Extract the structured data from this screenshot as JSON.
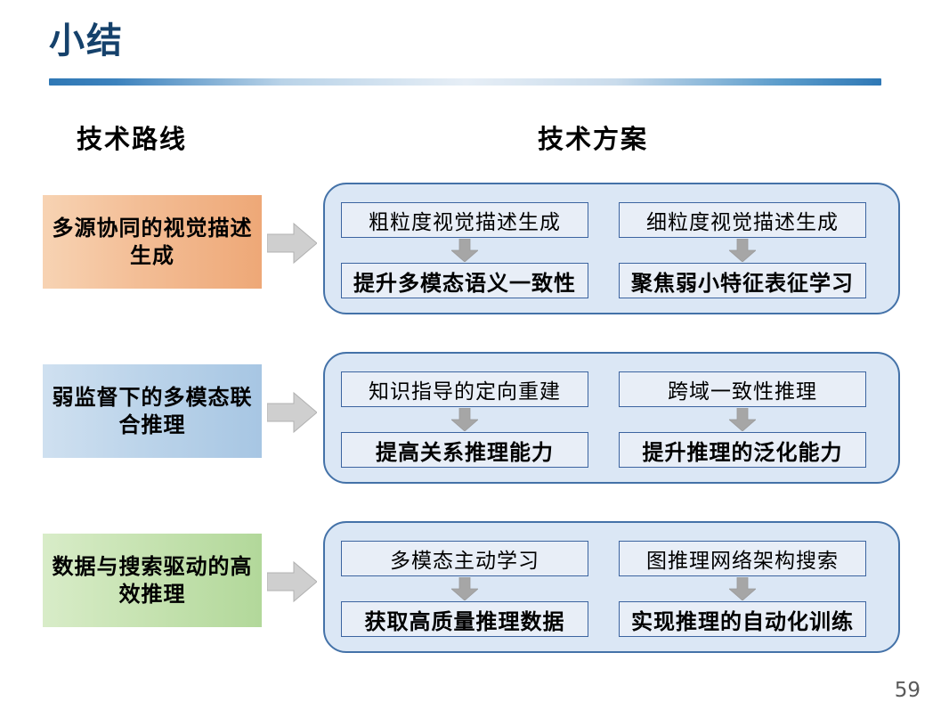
{
  "slide": {
    "title": "小结",
    "page_number": "59",
    "accent_color": "#15416b",
    "rule_color": "#2f78b5",
    "panel_fill": "#dbe7f5",
    "panel_border": "#4472a8",
    "box_fill": "#e8eef7",
    "box_border": "#3c64a0",
    "arrow_color": "#a6a6a6"
  },
  "headers": {
    "route": "技术路线",
    "plan": "技术方案"
  },
  "icons": {
    "arrow_right": "arrow-right-icon",
    "arrow_down": "arrow-down-icon"
  },
  "rows": [
    {
      "category": "多源协同的视觉描述生成",
      "category_color": "#eea877",
      "columns": [
        {
          "approach": "粗粒度视觉描述生成",
          "result": "提升多模态语义一致性"
        },
        {
          "approach": "细粒度视觉描述生成",
          "result": "聚焦弱小特征表征学习"
        }
      ]
    },
    {
      "category": "弱监督下的多模态联合推理",
      "category_color": "#a7c6e3",
      "columns": [
        {
          "approach": "知识指导的定向重建",
          "result": "提高关系推理能力"
        },
        {
          "approach": "跨域一致性推理",
          "result": "提升推理的泛化能力"
        }
      ]
    },
    {
      "category": "数据与搜索驱动的高效推理",
      "category_color": "#b2d89a",
      "columns": [
        {
          "approach": "多模态主动学习",
          "result": "获取高质量推理数据"
        },
        {
          "approach": "图推理网络架构搜索",
          "result": "实现推理的自动化训练"
        }
      ]
    }
  ]
}
